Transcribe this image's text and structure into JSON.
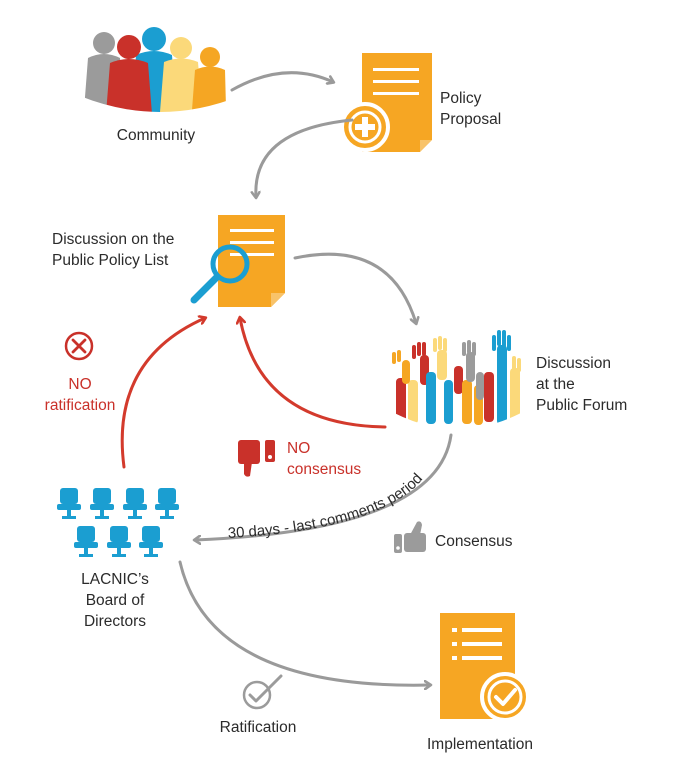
{
  "nodes": {
    "community": {
      "label": "Community"
    },
    "proposal": {
      "line1": "Policy",
      "line2": "Proposal"
    },
    "discussion_list": {
      "line1": "Discussion on the",
      "line2": "Public Policy List"
    },
    "forum": {
      "line1": "Discussion",
      "line2": "at the",
      "line3": "Public Forum"
    },
    "board": {
      "line1": "LACNIC’s",
      "line2": "Board of",
      "line3": "Directors"
    },
    "ratification": {
      "label": "Ratification"
    },
    "implementation": {
      "label": "Implementation"
    }
  },
  "edges": {
    "no_ratification": {
      "line1": "NO",
      "line2": "ratification"
    },
    "no_consensus": {
      "line1": "NO",
      "line2": "consensus"
    },
    "consensus": {
      "label": "Consensus"
    },
    "last_comments": {
      "label": "30 days - last comments period"
    }
  },
  "colors": {
    "orange": "#f5a623",
    "gray": "#999999",
    "red": "#c9312a",
    "blue": "#1b9ed1",
    "yellow": "#fbd97a"
  }
}
